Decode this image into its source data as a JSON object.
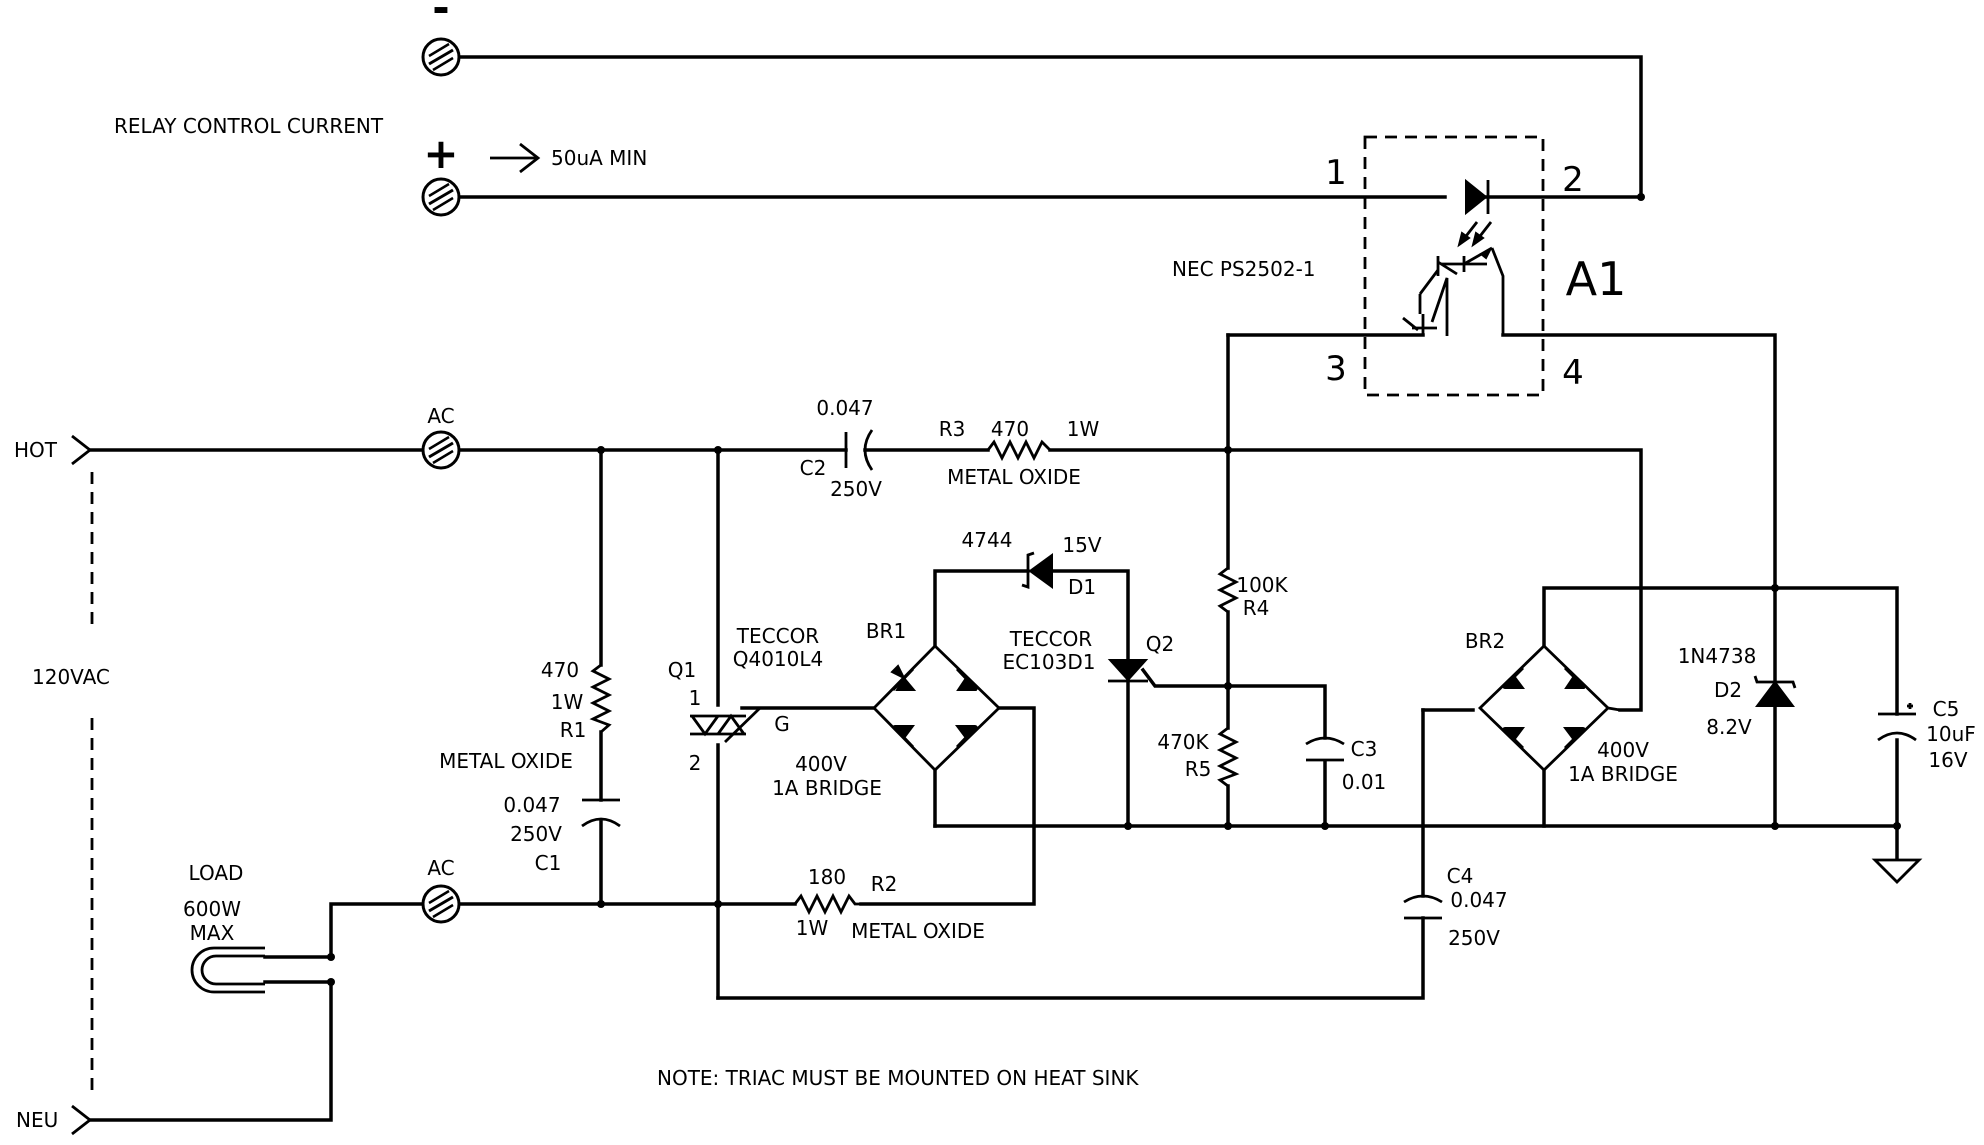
{
  "labels": {
    "minus": "-",
    "plus": "+",
    "relay_control": "RELAY CONTROL CURRENT",
    "min_current": "50uA MIN",
    "hot": "HOT",
    "neu": "NEU",
    "vac": "120VAC",
    "ac_top": "AC",
    "ac_bottom": "AC",
    "load": "LOAD",
    "load_power": "600W",
    "load_max": "MAX",
    "note": "NOTE:  TRIAC MUST BE MOUNTED ON HEAT SINK"
  },
  "optocoupler": {
    "part": "NEC PS2502-1",
    "ref": "A1",
    "pin1": "1",
    "pin2": "2",
    "pin3": "3",
    "pin4": "4"
  },
  "components": {
    "c2": {
      "value": "0.047",
      "ref": "C2",
      "voltage": "250V"
    },
    "r3": {
      "ref": "R3",
      "value": "470",
      "power": "1W",
      "type": "METAL OXIDE"
    },
    "r1": {
      "value": "470",
      "power": "1W",
      "ref": "R1",
      "type": "METAL OXIDE"
    },
    "c1": {
      "value": "0.047",
      "voltage": "250V",
      "ref": "C1"
    },
    "q1": {
      "ref": "Q1",
      "maker": "TECCOR",
      "part": "Q4010L4",
      "pin1": "1",
      "pin2": "2",
      "gate": "G"
    },
    "br1": {
      "ref": "BR1",
      "voltage": "400V",
      "rating": "1A BRIDGE"
    },
    "d1": {
      "part": "4744",
      "voltage": "15V",
      "ref": "D1"
    },
    "q2": {
      "maker": "TECCOR",
      "part": "EC103D1",
      "ref": "Q2"
    },
    "r4": {
      "value": "100K",
      "ref": "R4"
    },
    "r5": {
      "value": "470K",
      "ref": "R5"
    },
    "c3": {
      "ref": "C3",
      "value": "0.01"
    },
    "r2": {
      "value": "180",
      "ref": "R2",
      "power": "1W",
      "type": "METAL OXIDE"
    },
    "c4": {
      "ref": "C4",
      "value": "0.047",
      "voltage": "250V"
    },
    "br2": {
      "ref": "BR2",
      "voltage": "400V",
      "rating": "1A BRIDGE"
    },
    "d2": {
      "part": "1N4738",
      "ref": "D2",
      "voltage": "8.2V"
    },
    "c5": {
      "ref": "C5",
      "value": "10uF",
      "voltage": "16V"
    }
  }
}
